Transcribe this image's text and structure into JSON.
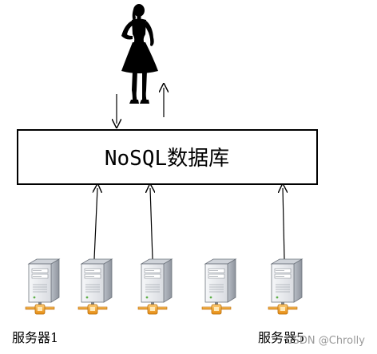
{
  "database": {
    "label": "NoSQL数据库"
  },
  "user": {
    "icon": "woman-silhouette-icon"
  },
  "servers": [
    {
      "icon": "server-icon",
      "label": "服务器1"
    },
    {
      "icon": "server-icon",
      "label": ""
    },
    {
      "icon": "server-icon",
      "label": ""
    },
    {
      "icon": "server-icon",
      "label": ""
    },
    {
      "icon": "server-icon",
      "label": "服务器5"
    }
  ],
  "watermark": {
    "text": "CSDN @Chrolly"
  },
  "colors": {
    "line": "#000000",
    "server_body": "#d8dbe0",
    "server_face": "#eef0f3",
    "network_orange": "#f0a020"
  }
}
